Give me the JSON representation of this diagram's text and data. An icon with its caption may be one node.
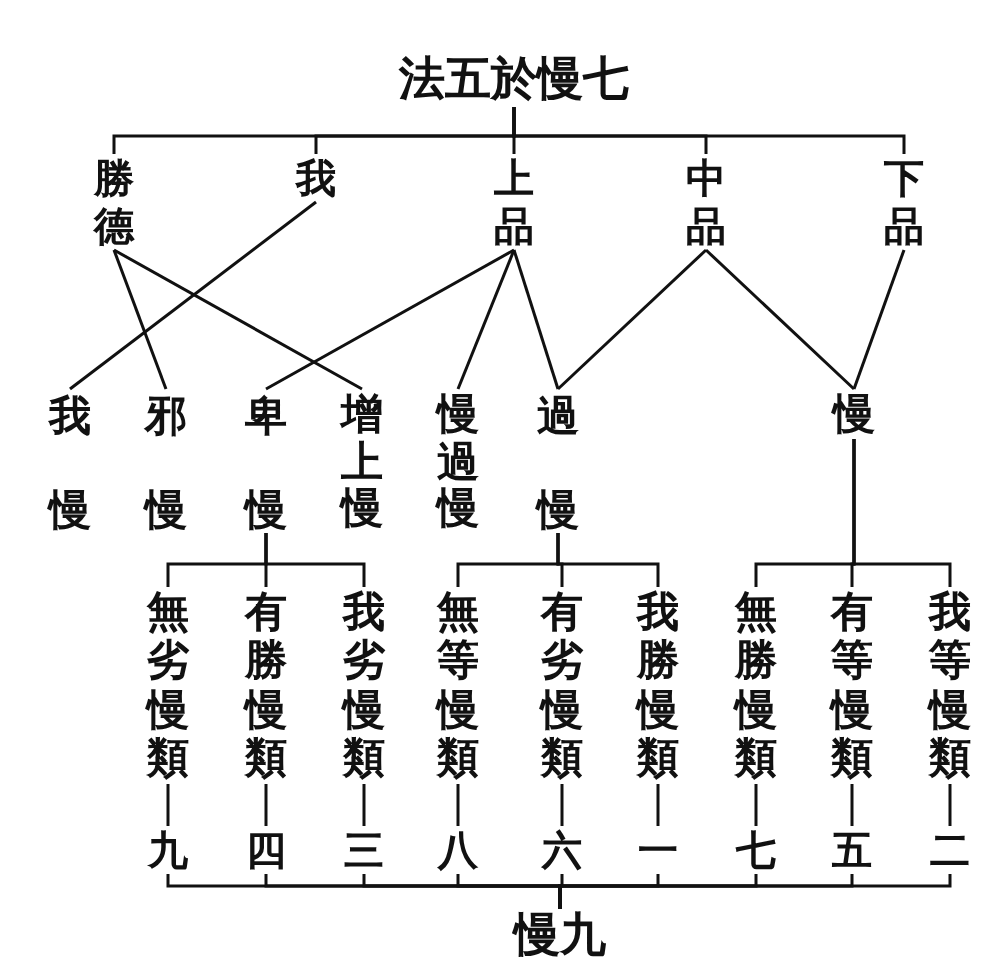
{
  "diagram": {
    "nodes": [
      {
        "text": [
          "法五於慢七"
        ]
      },
      {
        "text": [
          "勝德"
        ]
      },
      {
        "text": [
          "我"
        ]
      },
      {
        "text": [
          "上品"
        ]
      },
      {
        "text": [
          "中品"
        ]
      },
      {
        "text": [
          "下品"
        ]
      },
      {
        "text": [
          "我慢"
        ]
      },
      {
        "text": [
          "邪慢"
        ]
      },
      {
        "text": [
          "卑慢"
        ]
      },
      {
        "text": [
          "增上慢"
        ]
      },
      {
        "text": [
          "慢過慢"
        ]
      },
      {
        "text": [
          "過慢"
        ]
      },
      {
        "text": [
          "慢"
        ]
      },
      {
        "text": [
          "無劣慢類"
        ]
      },
      {
        "text": [
          "有勝慢類"
        ]
      },
      {
        "text": [
          "我劣慢類"
        ]
      },
      {
        "text": [
          "無等慢類"
        ]
      },
      {
        "text": [
          "有劣慢類"
        ]
      },
      {
        "text": [
          "我勝慢類"
        ]
      },
      {
        "text": [
          "無勝慢類"
        ]
      },
      {
        "text": [
          "有等慢類"
        ]
      },
      {
        "text": [
          "我等慢類"
        ]
      },
      {
        "text": [
          "九"
        ]
      },
      {
        "text": [
          "四"
        ]
      },
      {
        "text": [
          "三"
        ]
      },
      {
        "text": [
          "八"
        ]
      },
      {
        "text": [
          "六"
        ]
      },
      {
        "text": [
          "一"
        ]
      },
      {
        "text": [
          "七"
        ]
      },
      {
        "text": [
          "五"
        ]
      },
      {
        "text": [
          "二"
        ]
      },
      {
        "text": [
          "慢九"
        ]
      }
    ],
    "edges": [
      {
        "from": 0,
        "to": 1,
        "arrow": "none"
      },
      {
        "from": 0,
        "to": 2,
        "arrow": "none"
      },
      {
        "from": 0,
        "to": 3,
        "arrow": "none"
      },
      {
        "from": 0,
        "to": 4,
        "arrow": "none"
      },
      {
        "from": 0,
        "to": 5,
        "arrow": "none"
      },
      {
        "from": 1,
        "to": 7,
        "arrow": "none"
      },
      {
        "from": 1,
        "to": 9,
        "arrow": "none"
      },
      {
        "from": 2,
        "to": 6,
        "arrow": "none"
      },
      {
        "from": 3,
        "to": 8,
        "arrow": "none"
      },
      {
        "from": 3,
        "to": 10,
        "arrow": "none"
      },
      {
        "from": 3,
        "to": 11,
        "arrow": "none"
      },
      {
        "from": 4,
        "to": 11,
        "arrow": "none"
      },
      {
        "from": 4,
        "to": 12,
        "arrow": "none"
      },
      {
        "from": 5,
        "to": 12,
        "arrow": "none"
      },
      {
        "from": 8,
        "to": 13,
        "arrow": "none"
      },
      {
        "from": 8,
        "to": 14,
        "arrow": "none"
      },
      {
        "from": 8,
        "to": 15,
        "arrow": "none"
      },
      {
        "from": 11,
        "to": 16,
        "arrow": "none"
      },
      {
        "from": 11,
        "to": 17,
        "arrow": "none"
      },
      {
        "from": 11,
        "to": 18,
        "arrow": "none"
      },
      {
        "from": 12,
        "to": 19,
        "arrow": "none"
      },
      {
        "from": 12,
        "to": 20,
        "arrow": "none"
      },
      {
        "from": 12,
        "to": 21,
        "arrow": "none"
      },
      {
        "from": 13,
        "to": 22,
        "arrow": "none"
      },
      {
        "from": 14,
        "to": 23,
        "arrow": "none"
      },
      {
        "from": 15,
        "to": 24,
        "arrow": "none"
      },
      {
        "from": 16,
        "to": 25,
        "arrow": "none"
      },
      {
        "from": 17,
        "to": 26,
        "arrow": "none"
      },
      {
        "from": 18,
        "to": 27,
        "arrow": "none"
      },
      {
        "from": 19,
        "to": 28,
        "arrow": "none"
      },
      {
        "from": 20,
        "to": 29,
        "arrow": "none"
      },
      {
        "from": 21,
        "to": 30,
        "arrow": "none"
      },
      {
        "from": 22,
        "to": 31,
        "arrow": "none"
      },
      {
        "from": 23,
        "to": 31,
        "arrow": "none"
      },
      {
        "from": 24,
        "to": 31,
        "arrow": "none"
      },
      {
        "from": 25,
        "to": 31,
        "arrow": "none"
      },
      {
        "from": 26,
        "to": 31,
        "arrow": "none"
      },
      {
        "from": 27,
        "to": 31,
        "arrow": "none"
      },
      {
        "from": 28,
        "to": 31,
        "arrow": "none"
      },
      {
        "from": 29,
        "to": 31,
        "arrow": "none"
      },
      {
        "from": 30,
        "to": 31,
        "arrow": "none"
      }
    ]
  }
}
